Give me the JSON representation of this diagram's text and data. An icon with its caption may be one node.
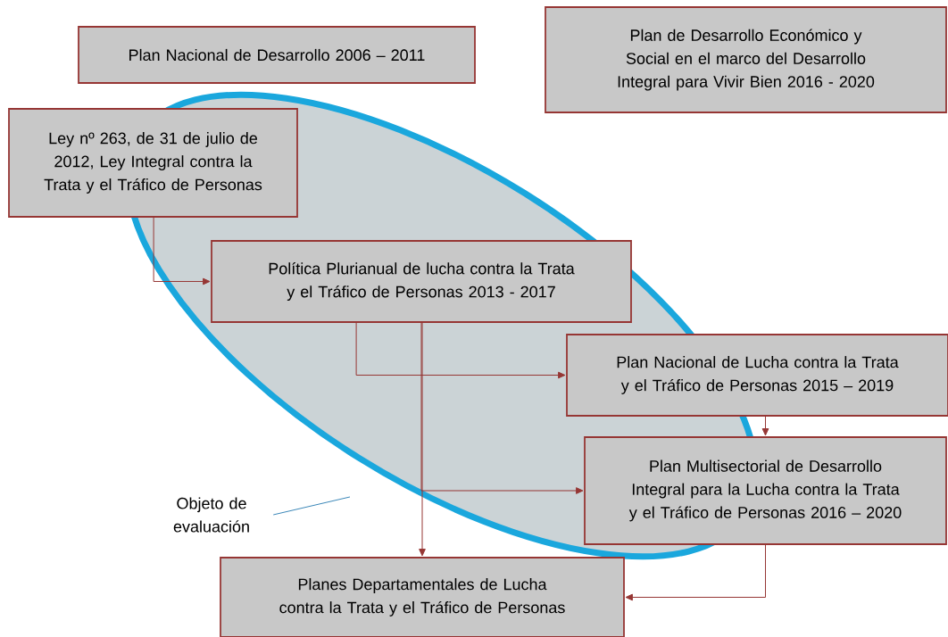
{
  "diagram": {
    "nodes": [
      {
        "text": [
          "Plan Nacional de Desarrollo 2006 – 2011"
        ]
      },
      {
        "text": [
          "Plan de Desarrollo Económico y Social en el marco del Desarrollo Integral para Vivir Bien 2016 - 2020"
        ]
      },
      {
        "text": [
          "Ley nº 263, de 31 de julio de 2012, Ley Integral contra la Trata y el Tráfico de Personas"
        ]
      },
      {
        "text": [
          "Política Plurianual de lucha contra la Trata y el Tráfico de Personas 2013 - 2017"
        ]
      },
      {
        "text": [
          "Plan Nacional de Lucha contra la Trata y el Tráfico de Personas 2015 – 2019"
        ]
      },
      {
        "text": [
          "Plan Multisectorial de Desarrollo Integral para la Lucha contra la Trata y el Tráfico de Personas 2016 – 2020"
        ]
      },
      {
        "text": [
          "Planes Departamentales de Lucha contra la Trata y el Tráfico de Personas"
        ]
      },
      {
        "text": [
          "Objeto de evaluación"
        ]
      }
    ],
    "edges": [
      {
        "from": 2,
        "to": 3,
        "arrow": "to"
      },
      {
        "from": 3,
        "to": 4,
        "arrow": "to"
      },
      {
        "from": 3,
        "to": 5,
        "arrow": "to"
      },
      {
        "from": 3,
        "to": 6,
        "arrow": "to"
      },
      {
        "from": 4,
        "to": 5,
        "arrow": "to"
      },
      {
        "from": 5,
        "to": 6,
        "arrow": "to"
      },
      {
        "from": 7,
        "to": null,
        "arrow": "none",
        "color": "#3a87b8"
      }
    ]
  }
}
